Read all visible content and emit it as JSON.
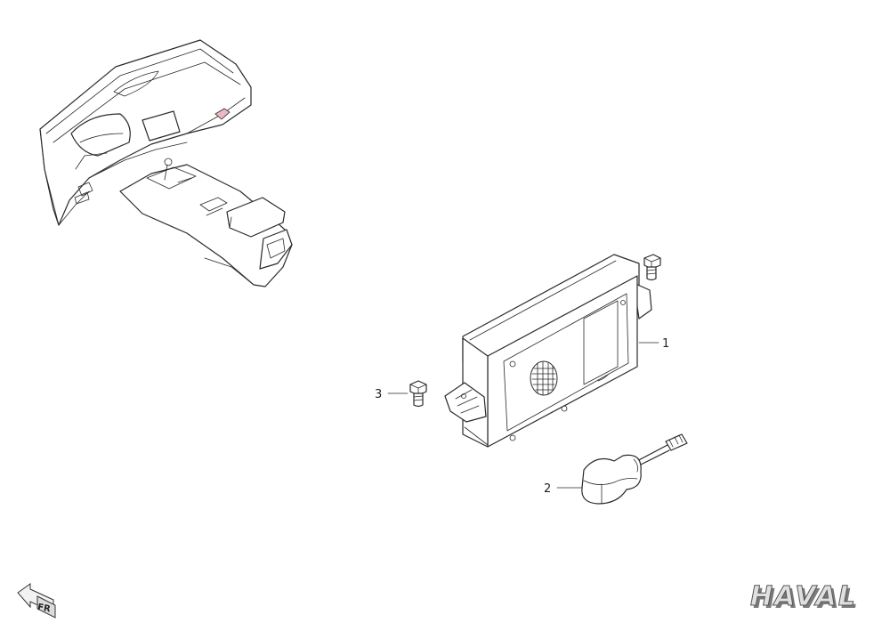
{
  "callouts": [
    {
      "id": "1",
      "label": "1"
    },
    {
      "id": "2",
      "label": "2"
    },
    {
      "id": "3",
      "label": "3"
    }
  ],
  "direction_marker": {
    "label": "FR",
    "icon": "arrow-left-icon"
  },
  "brand": {
    "name": "HAVAL"
  },
  "colors": {
    "line": "#2a2a2a",
    "highlight": "#e9b8c2",
    "logo_fill": "#d9d9d9",
    "logo_stroke": "#555555"
  }
}
